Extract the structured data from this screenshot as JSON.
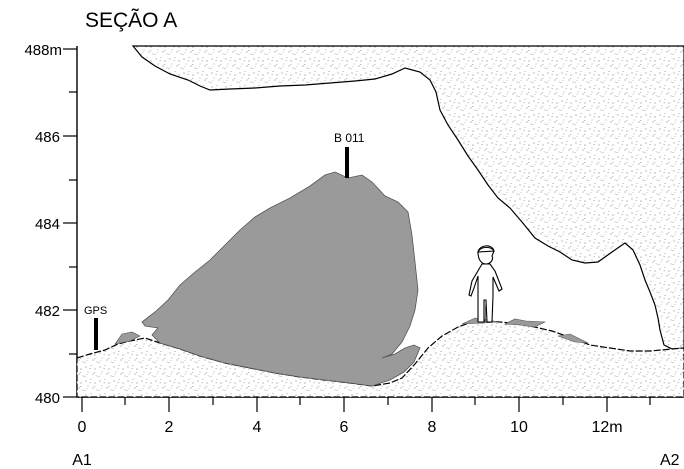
{
  "title": "SEÇÃO A",
  "y_axis": {
    "top_label": "488m",
    "labels": [
      "486",
      "484",
      "482",
      "480"
    ]
  },
  "x_axis": {
    "labels": [
      "0",
      "2",
      "4",
      "6",
      "8",
      "10",
      "12m"
    ]
  },
  "endpoints": {
    "left": "A1",
    "right": "A2"
  },
  "markers": {
    "gps": "GPS",
    "station": "B 011"
  },
  "colors": {
    "rock_fill": "#ffffff",
    "rock_speckle": "#8a8a8a",
    "boulder": "#9a9a9a",
    "outline": "#000000"
  }
}
